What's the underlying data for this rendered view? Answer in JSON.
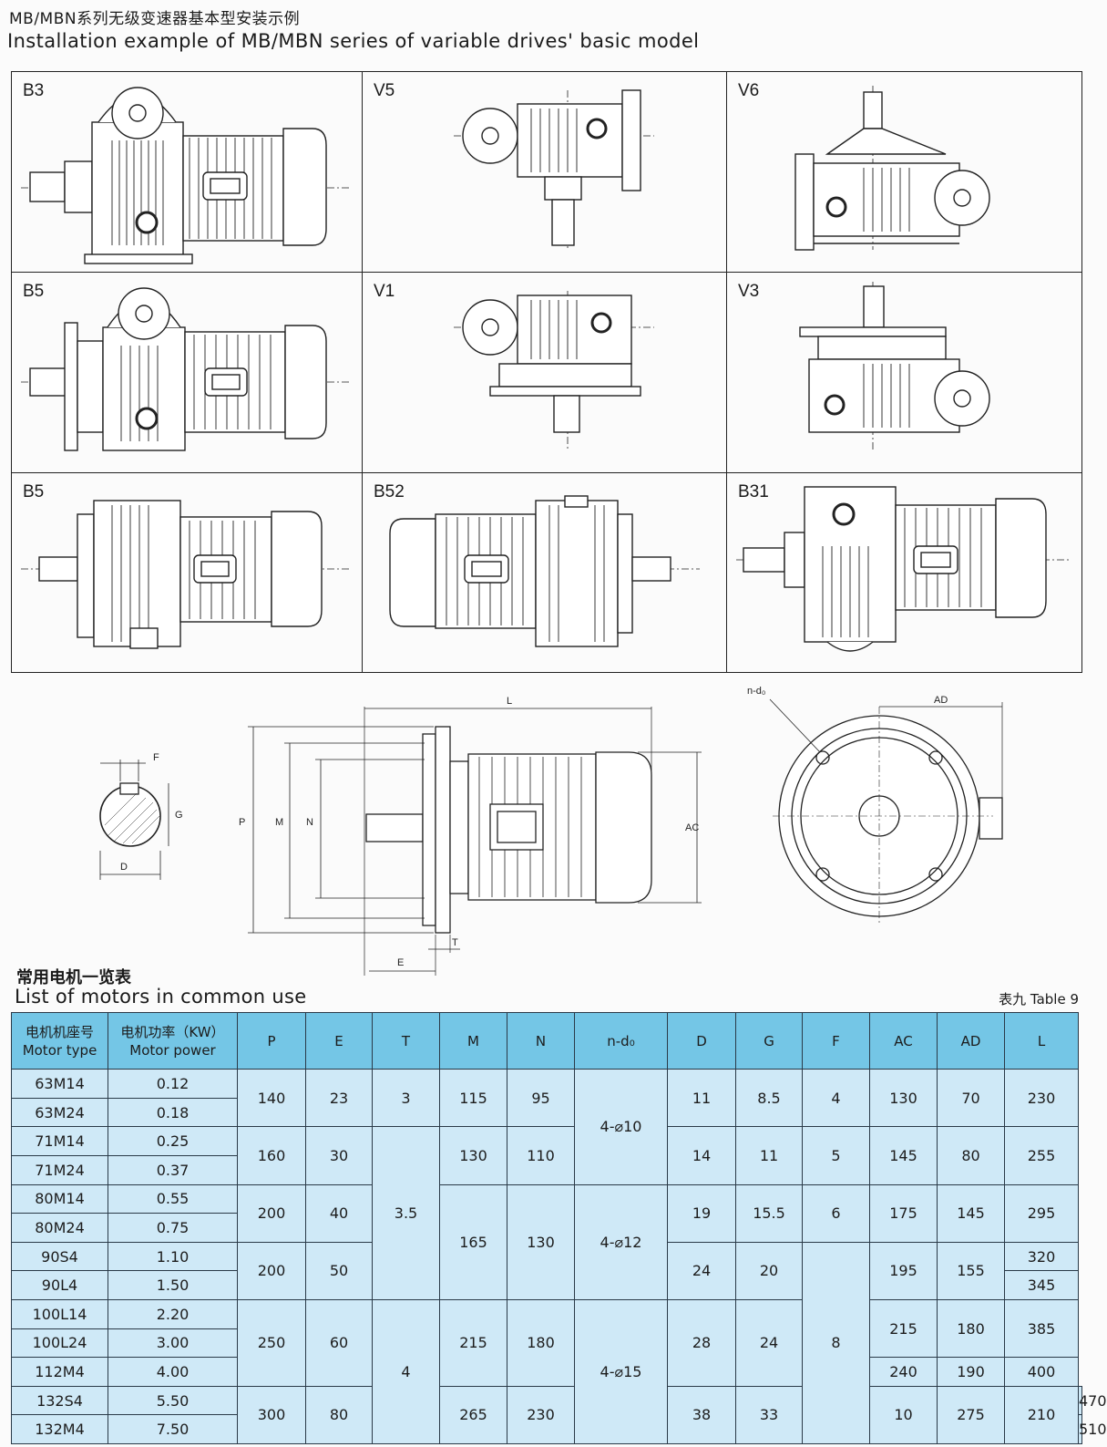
{
  "header": {
    "title_cn": "MB/MBN系列无级变速器基本型安装示例",
    "title_en": "Installation example of MB/MBN series of variable drives' basic model"
  },
  "mounting": {
    "b3": "B3",
    "v5": "V5",
    "v6": "V6",
    "b5a": "B5",
    "v1": "V1",
    "v3": "V3",
    "b5b": "B5",
    "b52": "B52",
    "b31": "B31"
  },
  "dims": {
    "F": "F",
    "G": "G",
    "D": "D",
    "P": "P",
    "M": "M",
    "N": "N",
    "L": "L",
    "AC": "AC",
    "E": "E",
    "T": "T",
    "nd": "n-d₀",
    "AD": "AD"
  },
  "table_section": {
    "title_cn": "常用电机一览表",
    "title_en": "List of motors in common use",
    "table_no": "表九 Table 9"
  },
  "table": {
    "h_type_cn": "电机机座号",
    "h_type_en": "Motor type",
    "h_power_cn": "电机功率（KW）",
    "h_power_en": "Motor power",
    "h_P": "P",
    "h_E": "E",
    "h_T": "T",
    "h_M": "M",
    "h_N": "N",
    "h_nd": "n-d₀",
    "h_D": "D",
    "h_G": "G",
    "h_F": "F",
    "h_AC": "AC",
    "h_AD": "AD",
    "h_L": "L",
    "types": [
      "63M14",
      "63M24",
      "71M14",
      "71M24",
      "80M14",
      "80M24",
      "90S4",
      "90L4",
      "100L14",
      "100L24",
      "112M4",
      "132S4",
      "132M4"
    ],
    "powers": [
      "0.12",
      "0.18",
      "0.25",
      "0.37",
      "0.55",
      "0.75",
      "1.10",
      "1.50",
      "2.20",
      "3.00",
      "4.00",
      "5.50",
      "7.50"
    ],
    "P": [
      "140",
      "160",
      "200",
      "200",
      "250",
      "300"
    ],
    "E": [
      "23",
      "30",
      "40",
      "50",
      "60",
      "80"
    ],
    "T": [
      "3",
      "3.5",
      "4"
    ],
    "M": [
      "115",
      "130",
      "165",
      "215",
      "265"
    ],
    "N": [
      "95",
      "110",
      "130",
      "180",
      "230"
    ],
    "nd": [
      "4-⌀10",
      "4-⌀12",
      "4-⌀15"
    ],
    "D": [
      "11",
      "14",
      "19",
      "24",
      "28",
      "38"
    ],
    "G": [
      "8.5",
      "11",
      "15.5",
      "20",
      "24",
      "33"
    ],
    "F": [
      "4",
      "5",
      "6",
      "8",
      "10"
    ],
    "AC": [
      "130",
      "145",
      "175",
      "195",
      "215",
      "240",
      "275"
    ],
    "AD": [
      "70",
      "80",
      "145",
      "155",
      "180",
      "190",
      "210"
    ],
    "L": [
      "230",
      "255",
      "295",
      "320",
      "345",
      "385",
      "400",
      "470",
      "510"
    ]
  }
}
